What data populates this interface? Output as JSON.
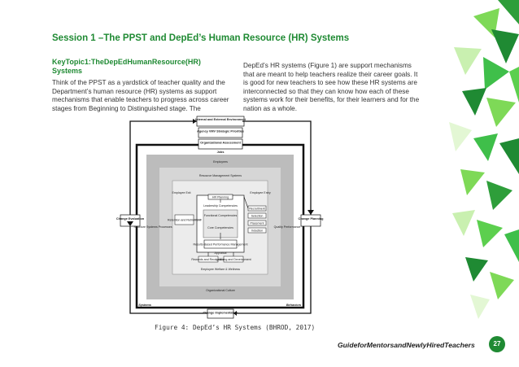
{
  "section_title": "Session 1 –The PPST and DepEd’s Human Resource (HR) Systems",
  "key_topic": {
    "heading": "KeyTopic1:TheDepEdHumanResource(HR) Systems",
    "paragraph": "Think of the PPST as a yardstick of teacher quality and the Department’s human resource (HR) systems as support mechanisms that enable teachers to progress across career stages from Beginning to Distinguished stage. The"
  },
  "right_paragraph": "DepEd’s HR systems (Figure 1) are support mechanisms that are meant to help teachers realize their career goals. It is good for new teachers to see how these HR systems are interconnected so that they can know how each of these systems work for their benefits, for their learners and for the nation as a whole.",
  "figure": {
    "caption": "Figure 4: DepEd’s HR Systems (BHROD, 2017)",
    "labels": {
      "environment": "Internal and External Environment",
      "agency": "Agency VMV Strategic Priorities",
      "org_assessment": "Organizational Assessment",
      "jobs": "Jobs",
      "employees": "Employees",
      "rm_systems": "Resource Management Systems",
      "employee_out": "Employee Exit",
      "employee_in": "Employee Entry",
      "hr_planning": "HR Planning",
      "leadership": "Leadership Competencies",
      "functional": "Functional Competencies",
      "core": "Core Competencies",
      "recruitment": "Recruitment",
      "selection": "Selection",
      "placement": "Placement",
      "induction": "Induction",
      "retention": "Retention and Retirement",
      "results_based": "Results-Based Performance Management",
      "appraisal": "Appraisal",
      "rewards": "Rewards and Recognition",
      "learning": "Learning and Development",
      "welfare": "Employee Welfare & Wellness",
      "org_culture": "Organizational Culture",
      "change_evaluation": "Change Evaluation",
      "change_planning": "Change Planning",
      "systems_side": "Structure Systems Processes",
      "quality": "Quality Performance",
      "systems": "Systems",
      "behaviors": "Behaviors",
      "change_impl": "Change Implementation"
    }
  },
  "footer": {
    "guide": "GuideforMentorsandNewlyHiredTeachers",
    "page_number": "27"
  },
  "colors": {
    "accent_green": "#1f8a33",
    "light_green": "#7ed957",
    "mid_green": "#3fbf4a"
  }
}
